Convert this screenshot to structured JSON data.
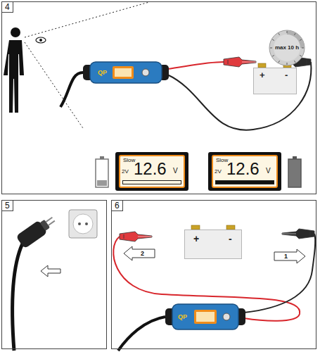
{
  "diagram": {
    "nodes": [
      {
        "text": [
          "4"
        ]
      },
      {
        "text": [
          "max 10 h"
        ],
        "in": 0
      },
      {
        "text": [
          "+",
          "-"
        ],
        "in": 0
      },
      {
        "text": [
          "Slow",
          "2V",
          "12.6",
          "V"
        ],
        "in": 0
      },
      {
        "text": [
          "Slow",
          "2V",
          "12.6",
          "V"
        ],
        "in": 0
      },
      {
        "text": [
          "5"
        ]
      },
      {
        "text": [
          "6"
        ]
      },
      {
        "text": [
          "2"
        ],
        "in": 6
      },
      {
        "text": [
          "+",
          "-"
        ],
        "in": 6
      },
      {
        "text": [
          "1"
        ],
        "in": 6
      }
    ],
    "labels": [
      "QP",
      "QP"
    ]
  }
}
